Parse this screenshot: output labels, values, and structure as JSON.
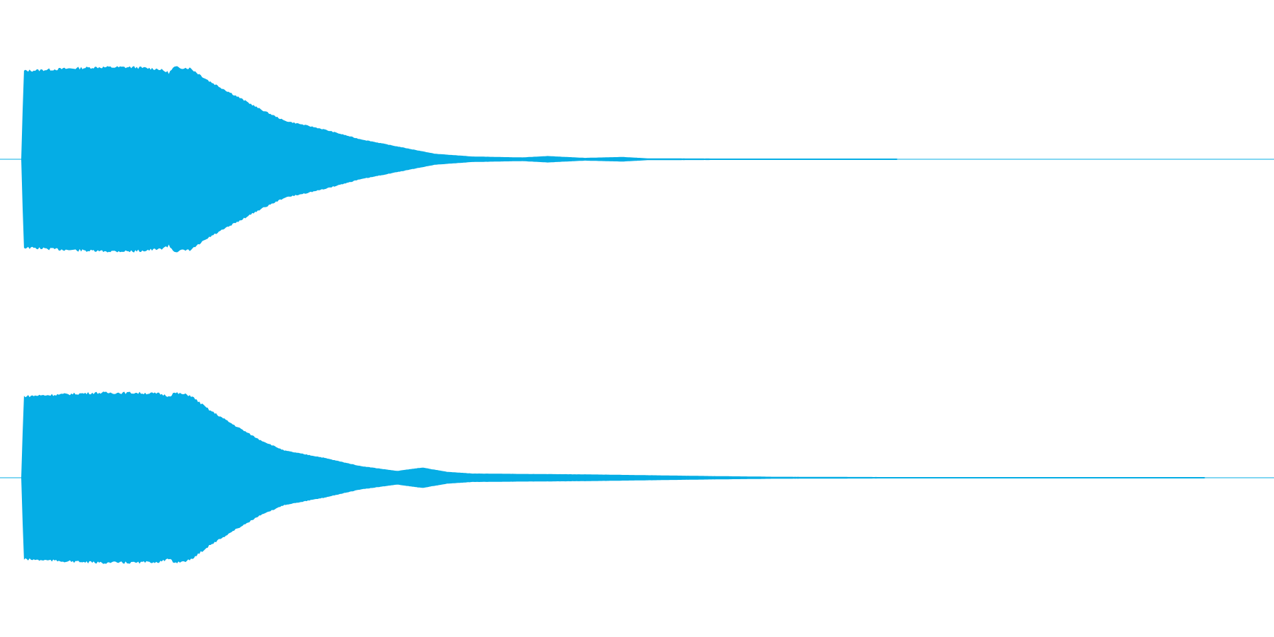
{
  "waveform": {
    "color": "#05ADE5",
    "channels": [
      {
        "name": "",
        "envelope": [
          [
            0.0,
            0.0
          ],
          [
            0.002,
            0.96
          ],
          [
            0.03,
            0.98
          ],
          [
            0.06,
            1.0
          ],
          [
            0.09,
            1.0
          ],
          [
            0.11,
            0.98
          ],
          [
            0.118,
            0.94
          ],
          [
            0.122,
            1.0
          ],
          [
            0.135,
            0.99
          ],
          [
            0.15,
            0.85
          ],
          [
            0.17,
            0.7
          ],
          [
            0.19,
            0.55
          ],
          [
            0.21,
            0.42
          ],
          [
            0.24,
            0.33
          ],
          [
            0.27,
            0.22
          ],
          [
            0.3,
            0.14
          ],
          [
            0.33,
            0.06
          ],
          [
            0.36,
            0.03
          ],
          [
            0.4,
            0.02
          ],
          [
            0.42,
            0.035
          ],
          [
            0.45,
            0.015
          ],
          [
            0.48,
            0.025
          ],
          [
            0.5,
            0.01
          ],
          [
            0.55,
            0.008
          ],
          [
            0.6,
            0.004
          ],
          [
            0.64,
            0.002
          ],
          [
            0.7,
            0.0
          ],
          [
            1.0,
            0.0
          ]
        ]
      },
      {
        "name": "",
        "envelope": [
          [
            0.0,
            0.0
          ],
          [
            0.002,
            0.96
          ],
          [
            0.03,
            0.98
          ],
          [
            0.06,
            1.0
          ],
          [
            0.09,
            1.0
          ],
          [
            0.11,
            0.99
          ],
          [
            0.118,
            0.96
          ],
          [
            0.122,
            1.0
          ],
          [
            0.135,
            0.97
          ],
          [
            0.15,
            0.8
          ],
          [
            0.17,
            0.62
          ],
          [
            0.19,
            0.45
          ],
          [
            0.21,
            0.32
          ],
          [
            0.24,
            0.24
          ],
          [
            0.27,
            0.14
          ],
          [
            0.3,
            0.08
          ],
          [
            0.32,
            0.12
          ],
          [
            0.34,
            0.07
          ],
          [
            0.36,
            0.05
          ],
          [
            0.4,
            0.045
          ],
          [
            0.45,
            0.04
          ],
          [
            0.5,
            0.03
          ],
          [
            0.55,
            0.02
          ],
          [
            0.6,
            0.012
          ],
          [
            0.7,
            0.008
          ],
          [
            0.8,
            0.005
          ],
          [
            0.9,
            0.003
          ],
          [
            0.94,
            0.002
          ],
          [
            0.945,
            0.0
          ],
          [
            1.0,
            0.0
          ]
        ]
      }
    ]
  }
}
